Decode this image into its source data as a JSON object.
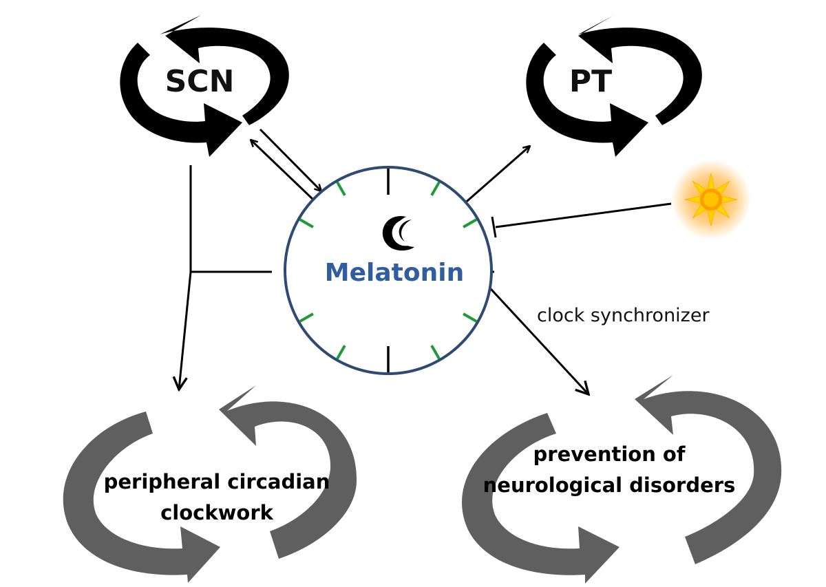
{
  "nodes": {
    "scn": "SCN",
    "pt": "PT",
    "melatonin": "Melatonin",
    "peripheral": [
      "peripheral circadian",
      "clockwork"
    ],
    "prevention": [
      "prevention of",
      "neurological disorders"
    ]
  },
  "annotations": {
    "clock_synchronizer": "clock synchronizer"
  },
  "colors": {
    "melatonin_text": "#2f5d9e",
    "clock_ring": "#2c4a73",
    "green_ticks": "#1f9a3a",
    "central_cycle_arrows": "#000000",
    "peripheral_cycle_arrows": "#5f5f5f",
    "sun": "#ffd400"
  },
  "icons": {
    "moon": "crescent-moon-icon",
    "sun": "sun-icon"
  }
}
